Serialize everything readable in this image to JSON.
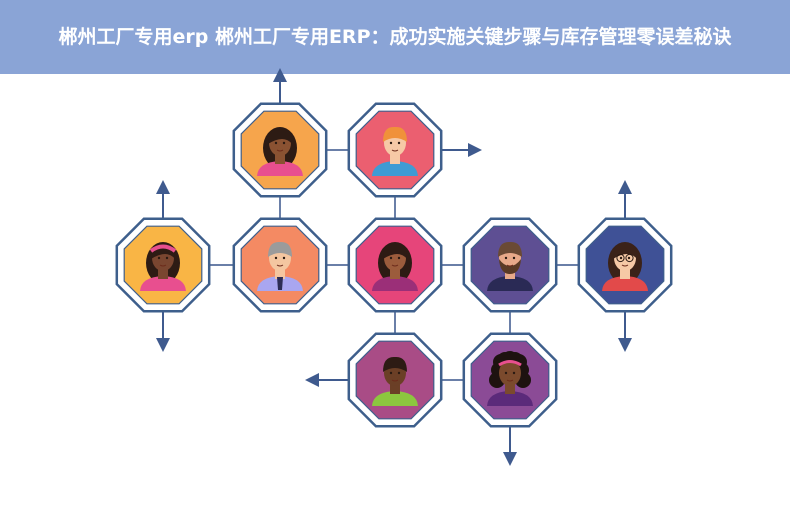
{
  "title": "郴州工厂专用erp 郴州工厂专用ERP：成功实施关键步骤与库存管理零误差秘诀",
  "colors": {
    "banner": "#8aa4d6",
    "connector": "#6a7fa8",
    "arrow": "#3f5a8e",
    "node_border": "#3e5f8c"
  },
  "nodes": [
    {
      "id": "woman-ponytail",
      "fill": "#f6a54c",
      "avatar": "woman-ponytail-icon"
    },
    {
      "id": "man-orange-hair",
      "fill": "#eb5f70",
      "avatar": "man-orange-hair-icon"
    },
    {
      "id": "woman-headband",
      "fill": "#f9b545",
      "avatar": "woman-headband-icon"
    },
    {
      "id": "man-gray-hair",
      "fill": "#f48a63",
      "avatar": "man-gray-hair-icon"
    },
    {
      "id": "woman-center",
      "fill": "#e6457a",
      "avatar": "woman-center-icon"
    },
    {
      "id": "man-beard",
      "fill": "#5e4f93",
      "avatar": "man-beard-icon"
    },
    {
      "id": "woman-glasses",
      "fill": "#3f5196",
      "avatar": "woman-glasses-icon"
    },
    {
      "id": "man-green-shirt",
      "fill": "#a94c86",
      "avatar": "man-green-shirt-icon"
    },
    {
      "id": "woman-curly-hair",
      "fill": "#8b4b96",
      "avatar": "woman-curly-hair-icon"
    }
  ]
}
